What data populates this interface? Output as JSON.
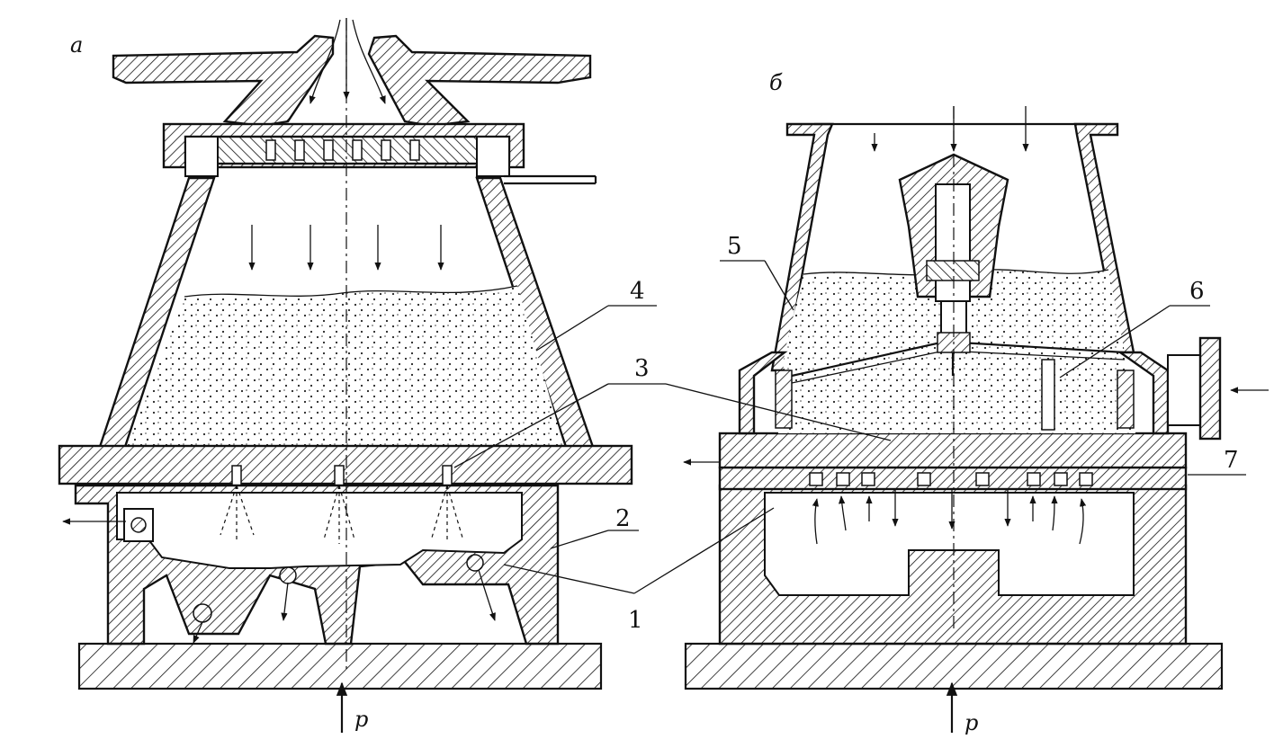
{
  "panel_a": {
    "label": "a",
    "callouts": [
      "4",
      "3",
      "2",
      "1"
    ],
    "force_label": "p"
  },
  "panel_b": {
    "label": "б",
    "callouts": [
      "5",
      "6",
      "7"
    ],
    "force_label": "p"
  }
}
